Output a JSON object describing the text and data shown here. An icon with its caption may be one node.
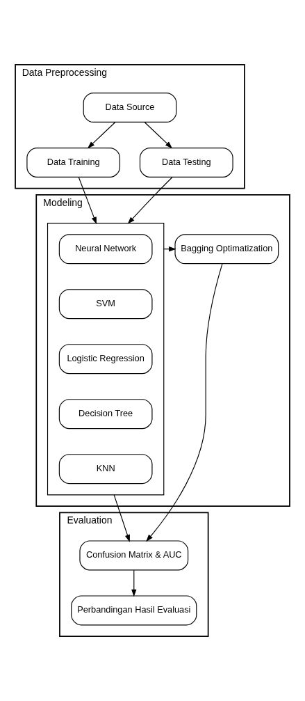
{
  "diagram": {
    "nodes": [
      {
        "text": [
          "Data Preprocessing"
        ]
      },
      {
        "text": [
          "Data Source"
        ],
        "in": 0
      },
      {
        "text": [
          "Data Training"
        ],
        "in": 0
      },
      {
        "text": [
          "Data Testing"
        ],
        "in": 0
      },
      {
        "text": [
          "Modeling"
        ]
      },
      {
        "text": [],
        "shape": "box",
        "in": 4
      },
      {
        "text": [
          "Neural Network"
        ],
        "in": 5
      },
      {
        "text": [
          "SVM"
        ],
        "in": 5
      },
      {
        "text": [
          "Logistic Regression"
        ],
        "in": 5
      },
      {
        "text": [
          "Decision Tree"
        ],
        "in": 5
      },
      {
        "text": [
          "KNN"
        ],
        "in": 5
      },
      {
        "text": [
          "Bagging Optimatization"
        ],
        "in": 4
      },
      {
        "text": [
          "Evaluation"
        ]
      },
      {
        "text": [
          "Confusion Matrix & AUC"
        ],
        "in": 12
      },
      {
        "text": [
          "Perbandingan Hasil Evaluasi"
        ],
        "in": 12
      }
    ],
    "edges": [
      {
        "from": 1,
        "to": 2,
        "arrow": "to"
      },
      {
        "from": 1,
        "to": 3,
        "arrow": "to"
      },
      {
        "from": 2,
        "to": 5,
        "arrow": "to"
      },
      {
        "from": 3,
        "to": 5,
        "arrow": "to"
      },
      {
        "from": 5,
        "to": 11,
        "arrow": "to"
      },
      {
        "from": 5,
        "to": 13,
        "arrow": "to"
      },
      {
        "from": 11,
        "to": 13,
        "arrow": "to"
      },
      {
        "from": 13,
        "to": 14,
        "arrow": "to"
      }
    ]
  }
}
